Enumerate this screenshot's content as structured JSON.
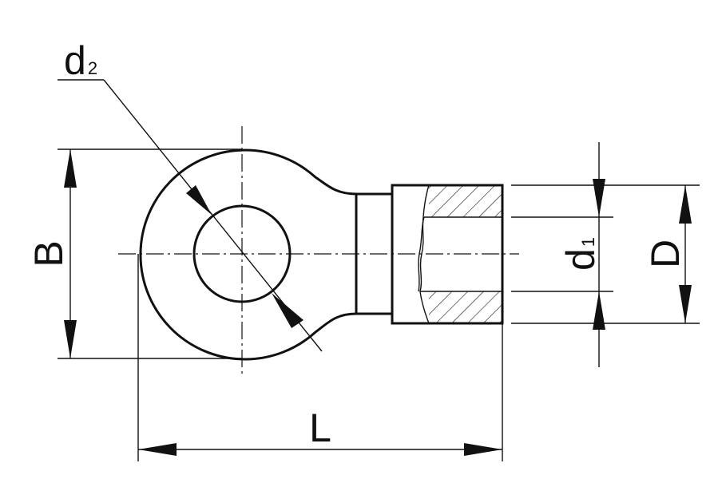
{
  "labels": {
    "d2_main": "d",
    "d2_sub": "2",
    "B": "B",
    "L": "L",
    "d1_main": "d",
    "d1_sub": "1",
    "D": "D"
  }
}
